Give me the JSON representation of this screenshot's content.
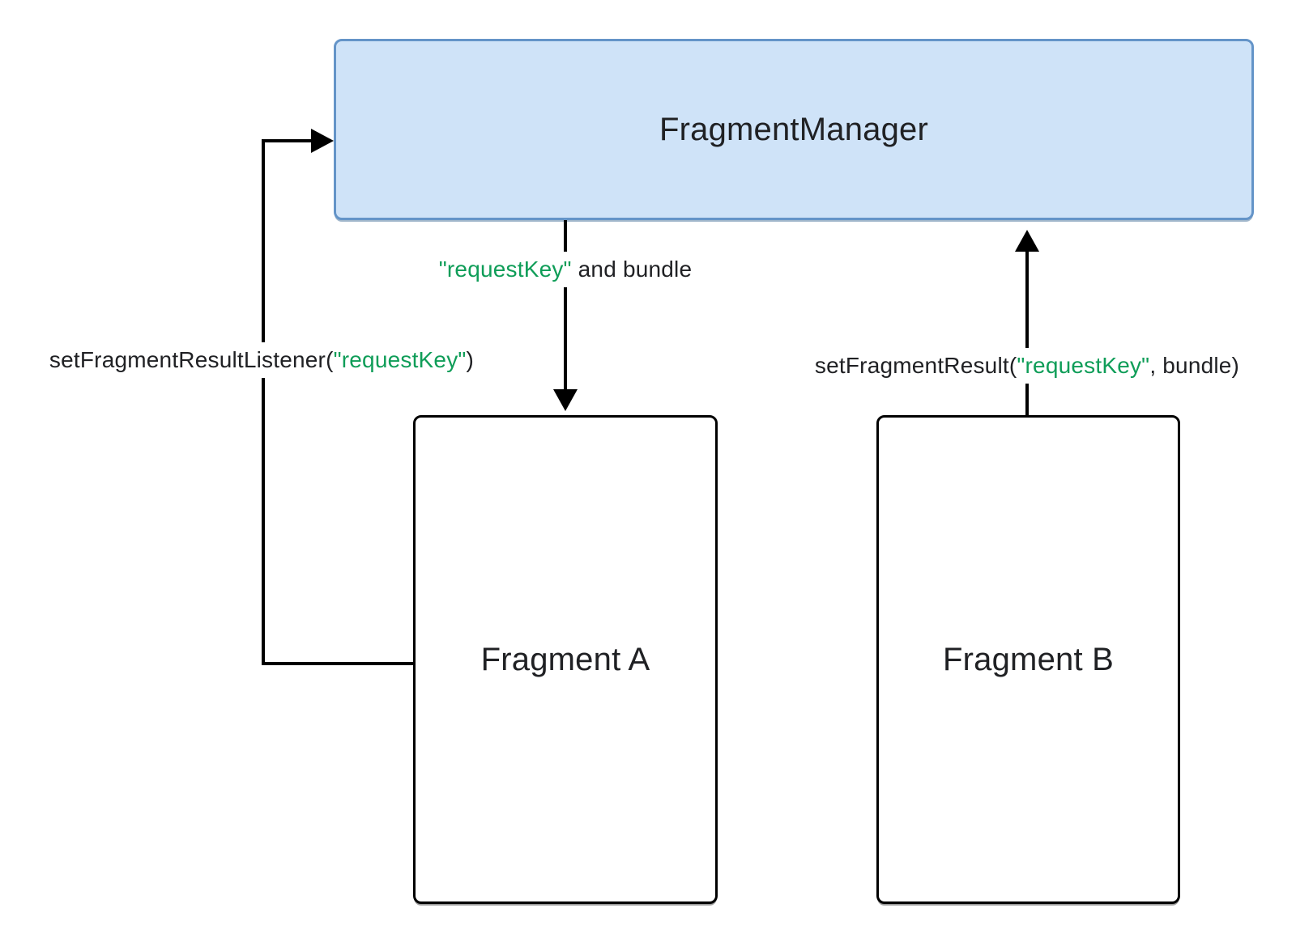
{
  "colors": {
    "manager_fill": "#cfe3f8",
    "manager_border": "#6494c8",
    "green": "#0f9d58",
    "line": "#000000",
    "text": "#202124"
  },
  "nodes": {
    "manager": {
      "label": "FragmentManager"
    },
    "fragment_a": {
      "label": "Fragment A"
    },
    "fragment_b": {
      "label": "Fragment B"
    }
  },
  "edges": {
    "listener": {
      "from": "Fragment A",
      "to": "FragmentManager",
      "pre": "setFragmentResultListener(",
      "key": "\"requestKey\"",
      "post": ")"
    },
    "request": {
      "from": "FragmentManager",
      "to": "Fragment A",
      "pre": "",
      "key": "\"requestKey\"",
      "post": " and bundle"
    },
    "result": {
      "from": "Fragment B",
      "to": "FragmentManager",
      "pre": "setFragmentResult(",
      "key": "\"requestKey\"",
      "post": ", bundle)"
    }
  }
}
